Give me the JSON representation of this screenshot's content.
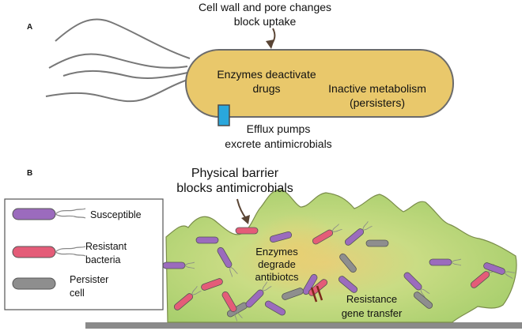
{
  "panel_a": {
    "label": "A",
    "cell_wall_text": [
      "Cell wall and pore changes",
      "block uptake"
    ],
    "enzymes_text": [
      "Enzymes deactivate",
      "drugs"
    ],
    "inactive_text": [
      "Inactive metabolism",
      "(persisters)"
    ],
    "efflux_text": [
      "Efflux pumps",
      "excrete antimicrobials"
    ],
    "colors": {
      "cell_fill": "#e9c86b",
      "cell_stroke": "#6b6b6b",
      "pump_fill": "#2aa7dc"
    }
  },
  "panel_b": {
    "label": "B",
    "barrier_text": [
      "Physical barrier",
      "blocks antimicrobials"
    ],
    "enzymes_text": [
      "Enzymes",
      "degrade",
      "antibiotcs"
    ],
    "transfer_text": [
      "Resistance",
      "gene transfer"
    ],
    "legend": [
      {
        "key": "susceptible",
        "lines": [
          "Susceptible"
        ],
        "color": "#9b6bbd"
      },
      {
        "key": "resistant",
        "lines": [
          "Resistant",
          "bacteria"
        ],
        "color": "#e45c78"
      },
      {
        "key": "persister",
        "lines": [
          "Persister",
          "cell"
        ],
        "color": "#8e8e8e"
      }
    ],
    "colors": {
      "biofilm_fill": "#b7d77a",
      "biofilm_stroke": "#7a8c4a",
      "substrate": "#8a8a8a"
    }
  }
}
